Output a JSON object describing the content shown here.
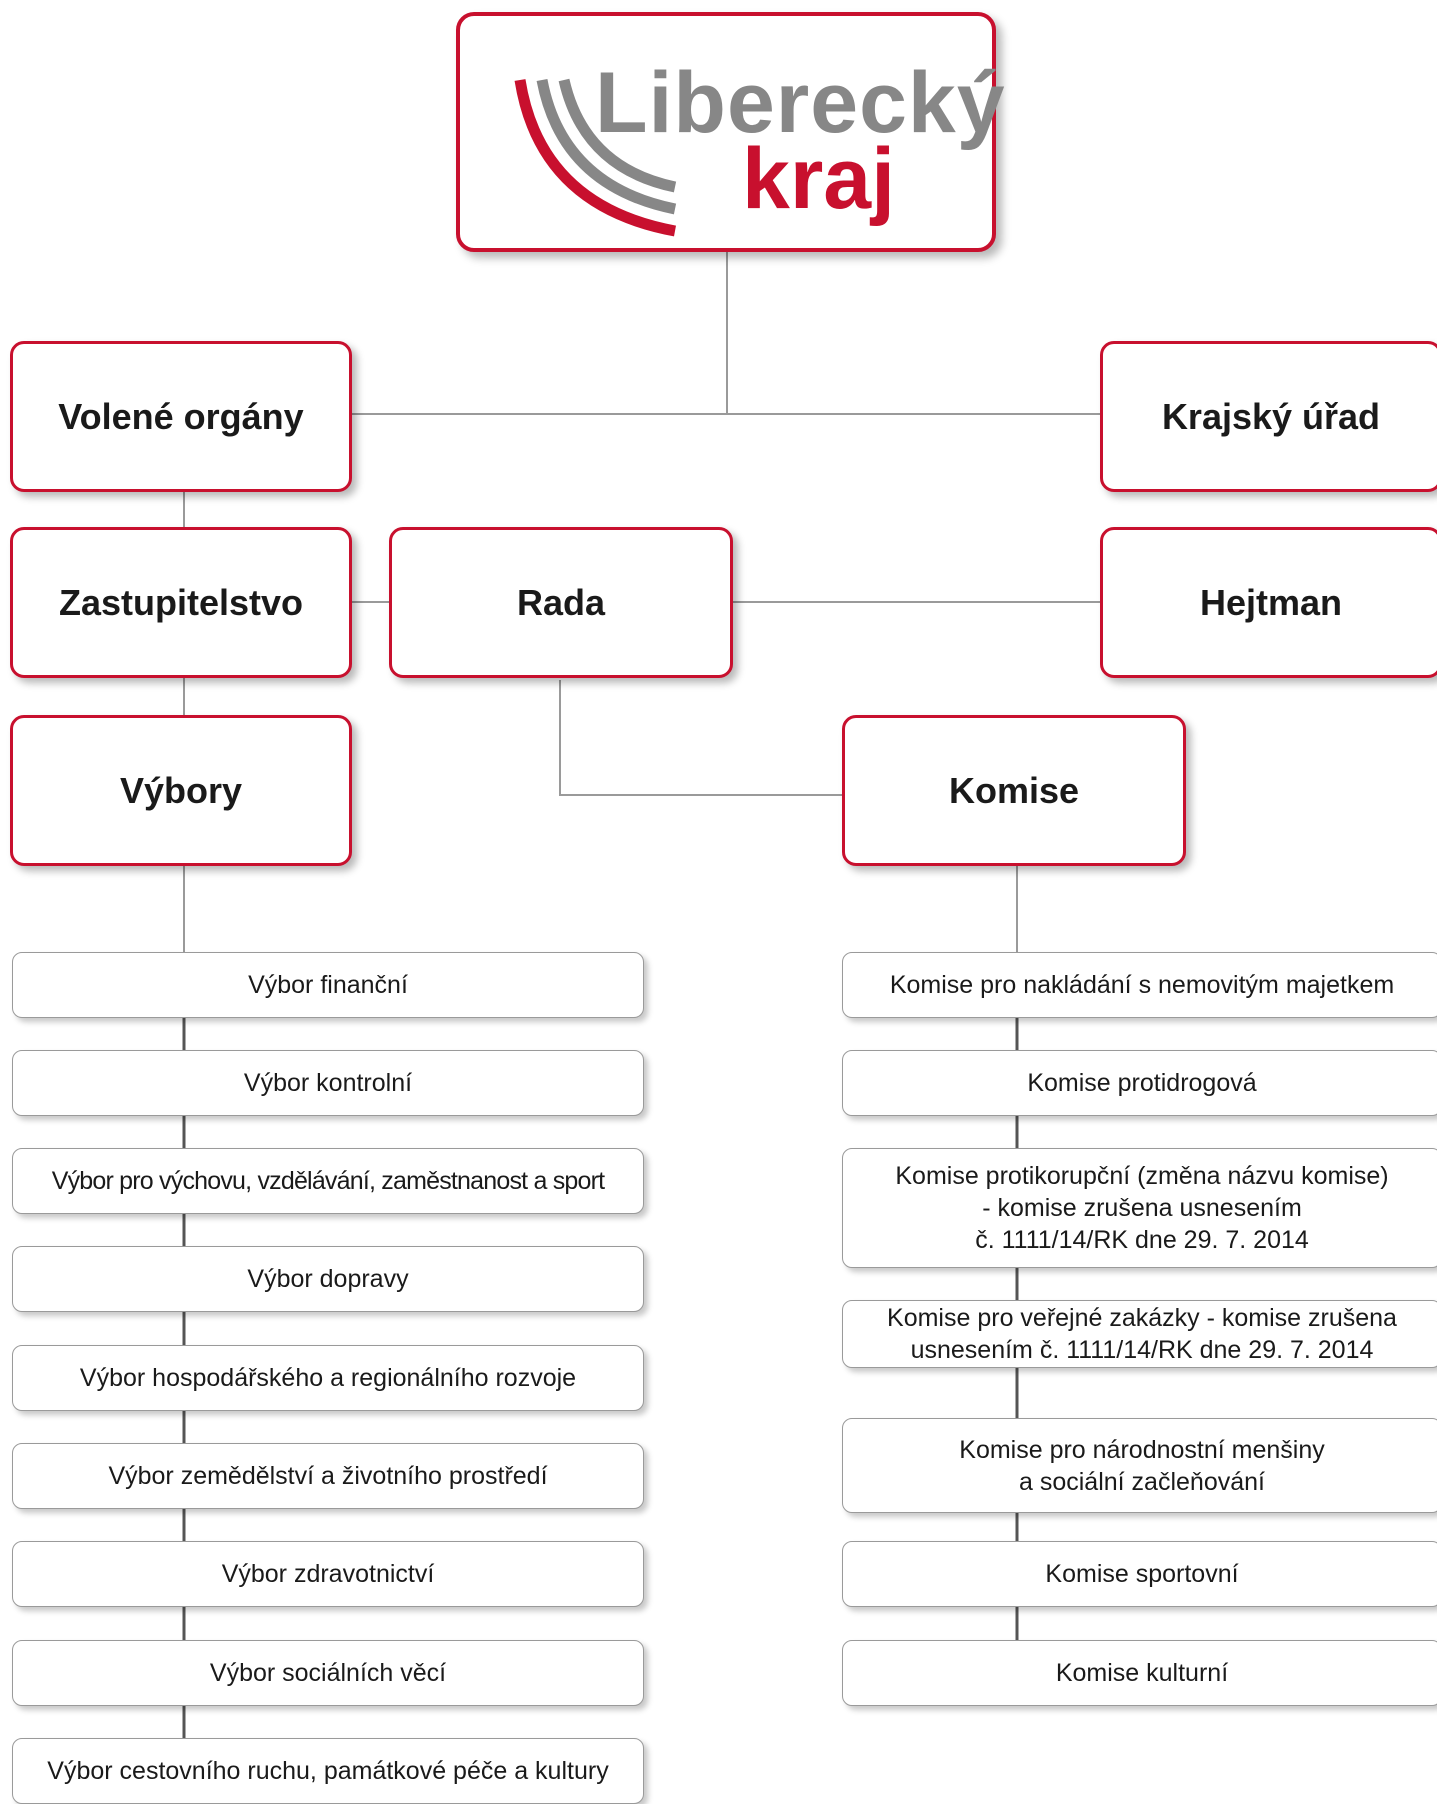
{
  "logo": {
    "line1": "Liberecký",
    "line2": "kraj"
  },
  "main_nodes": {
    "volene_organy": "Volené orgány",
    "krajsky_urad": "Krajský úřad",
    "zastupitelstvo": "Zastupitelstvo",
    "rada": "Rada",
    "hejtman": "Hejtman",
    "vybory": "Výbory",
    "komise": "Komise"
  },
  "vybory_list": [
    "Výbor finanční",
    "Výbor kontrolní",
    "Výbor pro výchovu, vzdělávání, zaměstnanost a sport",
    "Výbor dopravy",
    "Výbor hospodářského a regionálního rozvoje",
    "Výbor zemědělství a životního prostředí",
    "Výbor zdravotnictví",
    "Výbor sociálních věcí",
    "Výbor cestovního ruchu, památkové péče a kultury"
  ],
  "komise_list": [
    "Komise pro nakládání s nemovitým majetkem",
    "Komise protidrogová",
    "Komise protikorupční (změna názvu komise)\n- komise zrušena usnesením\nč. 1111/14/RK dne 29. 7. 2014",
    "Komise pro veřejné zakázky -  komise zrušena\nusnesením č. 1111/14/RK dne 29. 7. 2014",
    "Komise pro národnostní menšiny\na sociální začleňování",
    "Komise sportovní",
    "Komise kulturní"
  ],
  "colors": {
    "accent": "#c8102e",
    "logo_gray": "#878787",
    "connector": "#9a9a9a"
  }
}
